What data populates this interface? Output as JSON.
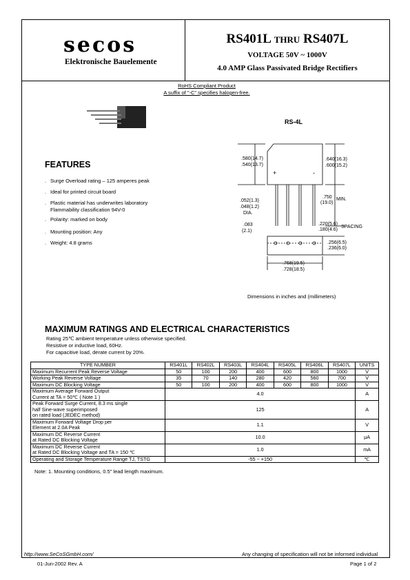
{
  "header": {
    "logo": "secos",
    "subtitle": "Elektronische Bauelemente",
    "part_from": "RS401L",
    "thru": "THRU",
    "part_to": "RS407L",
    "voltage": "VOLTAGE 50V ~ 1000V",
    "description": "4.0 AMP Glass Passivated Bridge Rectifiers"
  },
  "rohs": {
    "line1": "RoHS Compliant Product",
    "line2": "A suffix of \"-C\" specifies halogen-free."
  },
  "package": {
    "name": "RS-4L",
    "dims_caption": "Dimensions in inches and (millimeters)",
    "dims": {
      "h1_in": ".580(14.7)",
      "h1_mm": ".540(13.7)",
      "h2_in": ".640(16.3)",
      "h2_mm": ".600(15.2)",
      "lead_in": ".052(1.3)",
      "lead_mm": ".048(1.2)",
      "dia": "DIA.",
      "min_in": ".750",
      "min_mm": "(19.0)",
      "min_label": "MIN.",
      "pitch_in": ".220(5.6)",
      "pitch_mm": ".180(4.6)",
      "spacing": "SPACING",
      "edge_in": ".083",
      "edge_mm": "(2.1)",
      "body_in": ".256(6.5)",
      "body_mm": ".236(6.0)",
      "width_in": ".768(19.5)",
      "width_mm": ".728(18.5)",
      "plus": "+",
      "minus": "-"
    }
  },
  "features": {
    "title": "FEATURES",
    "items": [
      [
        "Surge Overload rating – 125 amperes peak"
      ],
      [
        "Ideal for printed circuit board"
      ],
      [
        "Plastic material has underwrites laboratory",
        "Flammability classification 94V-0"
      ],
      [
        "Polarity: marked on body"
      ],
      [
        "Mounting position: Any"
      ],
      [
        "Weight: 4.8 grams"
      ]
    ]
  },
  "ratings": {
    "title": "MAXIMUM RATINGS AND ELECTRICAL CHARACTERISTICS",
    "notes": [
      "Rating 25℃ ambient temperature unless otherwise specified.",
      "Resistive or inductive load, 60Hz.",
      "For capacitive load, derate current by 20%."
    ],
    "headers": [
      "TYPE NUMBER",
      "RS401L",
      "RS402L",
      "RS403L",
      "RS404L",
      "RS405L",
      "RS406L",
      "RS407L",
      "UNITS"
    ],
    "rows_multi": [
      {
        "param": "Maximum Recurrent Peak Reverse Voltage",
        "values": [
          "50",
          "100",
          "200",
          "400",
          "600",
          "800",
          "1000"
        ],
        "unit": "V"
      },
      {
        "param": "Working Peak Reverse Voltage",
        "values": [
          "35",
          "70",
          "140",
          "280",
          "420",
          "560",
          "700"
        ],
        "unit": "V"
      },
      {
        "param": "Maximum DC Blocking Voltage",
        "values": [
          "50",
          "100",
          "200",
          "400",
          "600",
          "800",
          "1000"
        ],
        "unit": "V"
      }
    ],
    "rows_single": [
      {
        "param": [
          "Maximum Average Forward Output",
          "Current at TA = 50℃ ( Note 1 )"
        ],
        "value": "4.0",
        "unit": "A"
      },
      {
        "param": [
          "Peak Forward Surge Current, 8.3 ms single",
          "half Sine-wave superimposed",
          "on rated load (JEDEC method)"
        ],
        "value": "125",
        "unit": "A"
      },
      {
        "param": [
          "Maximum Forward Voltage Drop per",
          "Element at 2.0A Peak"
        ],
        "value": "1.1",
        "unit": "V"
      },
      {
        "param": [
          "Maximum DC Reverse Current",
          "at Rated DC Blocking Voltage"
        ],
        "value": "10.0",
        "unit": "μA"
      },
      {
        "param": [
          "Maximum DC Reverse Current",
          "at Rated DC Blocking Voltage and TA = 150 ℃"
        ],
        "value": "1.0",
        "unit": "mA"
      },
      {
        "param": [
          "Operating and Storage Temperature Range TJ, TSTG"
        ],
        "value": "-55 ~ +150",
        "unit": "℃"
      }
    ],
    "table_note": "Note: 1. Mounting conditions, 0.5\" lead length maximum."
  },
  "footer": {
    "url": "http://www.SeCoSGmbH.com/",
    "disclaimer": "Any changing of specification will not be informed individual",
    "date": "01-Jun-2002  Rev. A",
    "page": "Page 1 of 2"
  }
}
